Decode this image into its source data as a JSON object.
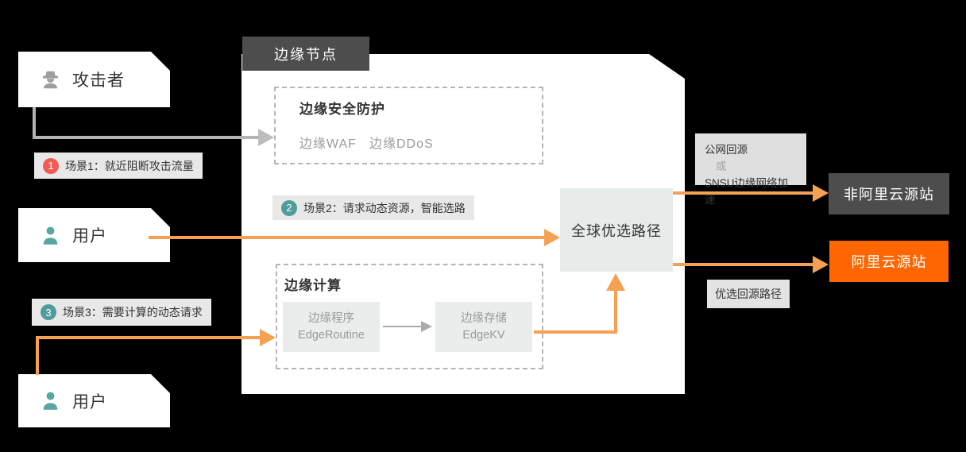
{
  "diagram": {
    "actors": {
      "attacker": {
        "label": "攻击者"
      },
      "user_mid": {
        "label": "用户"
      },
      "user_bottom": {
        "label": "用户"
      }
    },
    "scenes": [
      {
        "num": "1",
        "text": "场景1：就近阻断攻击流量"
      },
      {
        "num": "2",
        "text": "场景2：请求动态资源，智能选路"
      },
      {
        "num": "3",
        "text": "场景3：需要计算的动态请求"
      }
    ],
    "edge_node": {
      "tab": "边缘节点",
      "security": {
        "title": "边缘安全防护",
        "items": [
          "边缘WAF",
          "边缘DDoS"
        ]
      },
      "compute": {
        "title": "边缘计算",
        "routine": {
          "line1": "边缘程序",
          "line2": "EdgeRoutine"
        },
        "kv": {
          "line1": "边缘存储",
          "line2": "EdgeKV"
        }
      }
    },
    "global_path": {
      "label": "全球优选路径"
    },
    "public_note": {
      "line1": "公网回源",
      "line2": "或",
      "line3": "SNSU边缘网络加速"
    },
    "non_ali_origin": {
      "label": "非阿里云源站"
    },
    "ali_origin": {
      "label": "阿里云源站"
    },
    "preferred_note": {
      "label": "优选回源路径"
    },
    "colors": {
      "panel_dark": "#4d4d4d",
      "arrow_orange": "#f5a153",
      "origin_orange": "#ff6600",
      "badge_red": "#f05b54",
      "badge_teal": "#4e9d9a",
      "icon_teal": "#57a69f",
      "icon_gray": "#9e9e9e",
      "box_light": "#e9eeec"
    }
  }
}
